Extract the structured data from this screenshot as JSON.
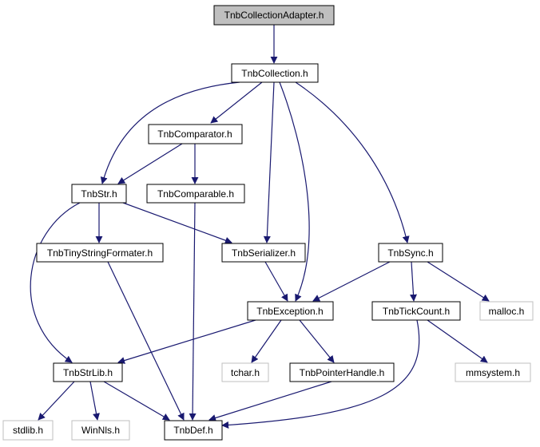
{
  "nodes": {
    "adapter": "TnbCollectionAdapter.h",
    "collection": "TnbCollection.h",
    "comparator": "TnbComparator.h",
    "str": "TnbStr.h",
    "comparable": "TnbComparable.h",
    "tinyfmt": "TnbTinyStringFormater.h",
    "serializer": "TnbSerializer.h",
    "sync": "TnbSync.h",
    "exception": "TnbException.h",
    "tickcount": "TnbTickCount.h",
    "malloc": "malloc.h",
    "strlib": "TnbStrLib.h",
    "tchar": "tchar.h",
    "pointerhandle": "TnbPointerHandle.h",
    "mmsystem": "mmsystem.h",
    "stdlib": "stdlib.h",
    "winnls": "WinNls.h",
    "def": "TnbDef.h"
  },
  "colors": {
    "edge": "#191970",
    "border": "#000000",
    "external_border": "#bfbfbf",
    "root_fill": "#bfbfbf",
    "fill": "#ffffff"
  }
}
